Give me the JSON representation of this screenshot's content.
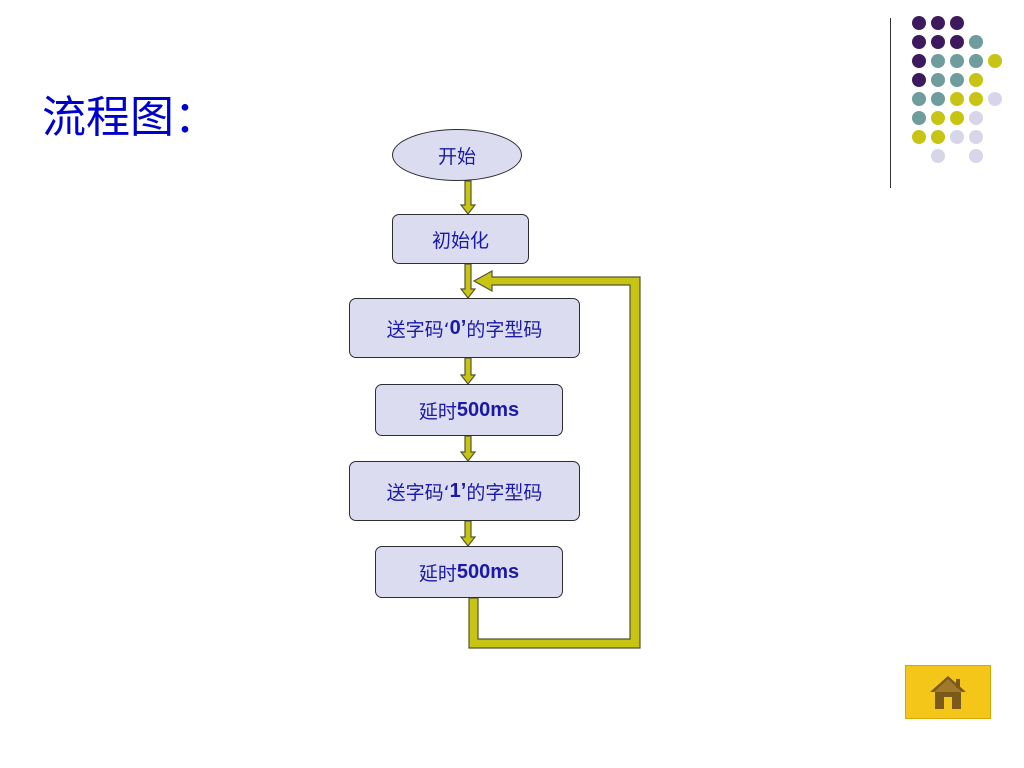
{
  "slide": {
    "title": "流程图："
  },
  "flowchart": {
    "nodes": [
      {
        "id": "start",
        "shape": "ellipse",
        "parts": [
          "开始",
          "",
          ""
        ]
      },
      {
        "id": "init",
        "shape": "box",
        "parts": [
          "初始化",
          "",
          ""
        ]
      },
      {
        "id": "send0",
        "shape": "box",
        "parts": [
          "送字码‘",
          "0’",
          "的字型码"
        ]
      },
      {
        "id": "delay1",
        "shape": "box",
        "parts": [
          "延时",
          "500ms",
          ""
        ]
      },
      {
        "id": "send1",
        "shape": "box",
        "parts": [
          "送字码‘",
          "1’",
          "的字型码"
        ]
      },
      {
        "id": "delay2",
        "shape": "box",
        "parts": [
          "延时",
          "500ms",
          ""
        ]
      }
    ],
    "edges": [
      {
        "from": "start",
        "to": "init"
      },
      {
        "from": "init",
        "to": "send0"
      },
      {
        "from": "send0",
        "to": "delay1"
      },
      {
        "from": "delay1",
        "to": "send1"
      },
      {
        "from": "send1",
        "to": "delay2"
      },
      {
        "from": "delay2",
        "to": "send0",
        "type": "loop-back"
      }
    ]
  },
  "colors": {
    "title": "#0000cc",
    "node_fill": "#dcdcf0",
    "node_text": "#1a1aa6",
    "arrow_fill": "#c8c414",
    "arrow_stroke": "#555533",
    "home_button": "#f4c61a",
    "dot_purple": "#3d1a5e",
    "dot_teal": "#6f9c9c",
    "dot_yellow": "#c8c414",
    "dot_lavender": "#d6d6e8"
  },
  "controls": {
    "home_icon": "home-icon"
  }
}
